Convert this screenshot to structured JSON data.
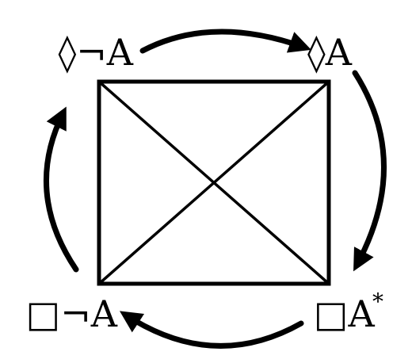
{
  "diagram": {
    "corners": {
      "top_left": {
        "label": "◊¬A"
      },
      "top_right": {
        "label": "◊A"
      },
      "bottom_right": {
        "label": "□A",
        "superscript": "*"
      },
      "bottom_left": {
        "label": "□¬A"
      }
    },
    "colors": {
      "ink": "#000000",
      "background": "#ffffff"
    }
  }
}
